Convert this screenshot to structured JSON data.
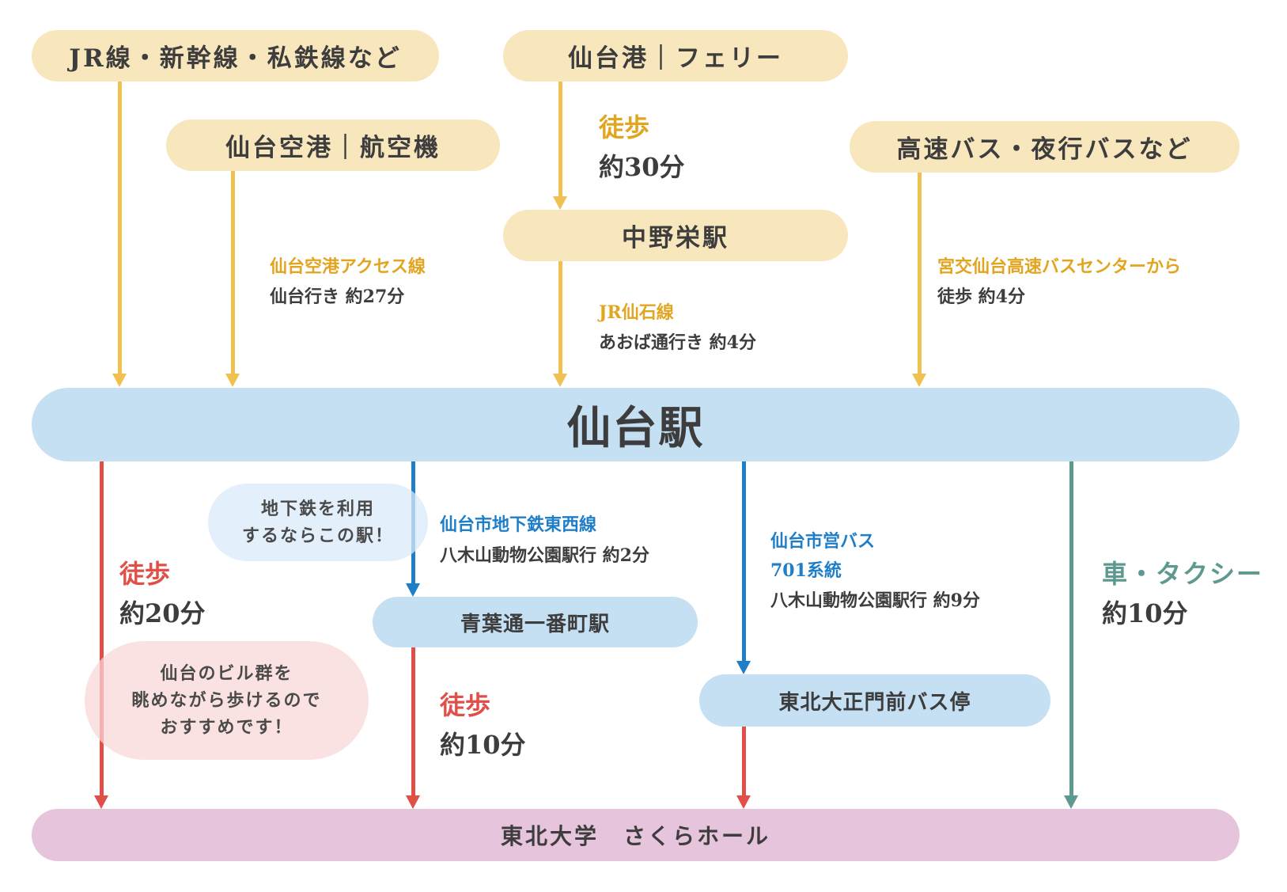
{
  "origins": {
    "jr": "JR線・新幹線・私鉄線など",
    "airport": "仙台空港｜航空機",
    "port": "仙台港｜フェリー",
    "highway_bus": "高速バス・夜行バスなど"
  },
  "intermediate_stations": {
    "nakanosakae": "中野栄駅",
    "aobadori": "青葉通一番町駅",
    "tohoku_gate_bus_stop": "東北大正門前バス停"
  },
  "hub": {
    "sendai_station": "仙台駅"
  },
  "destination": {
    "name": "東北大学　さくらホール"
  },
  "routes": {
    "port_to_nakanosakae": {
      "mode": "徒歩",
      "time": "約30分"
    },
    "airport_to_sendai": {
      "line": "仙台空港アクセス線",
      "detail": "仙台行き 約27分"
    },
    "nakanosakae_to_sendai": {
      "line": "JR仙石線",
      "detail": "あおば通行き 約4分"
    },
    "bus_to_sendai": {
      "line": "宮交仙台高速バスセンターから",
      "detail": "徒歩 約4分"
    },
    "sendai_walk": {
      "mode": "徒歩",
      "time": "約20分"
    },
    "subway": {
      "line": "仙台市地下鉄東西線",
      "detail": "八木山動物公園駅行 約2分"
    },
    "aobadori_walk": {
      "mode": "徒歩",
      "time": "約10分"
    },
    "city_bus": {
      "line1": "仙台市営バス",
      "line2": "701系統",
      "detail": "八木山動物公園駅行 約9分"
    },
    "taxi": {
      "mode": "車・タクシー",
      "time": "約10分"
    }
  },
  "notes": {
    "subway_tip": [
      "地下鉄を利用",
      "するならこの駅！"
    ],
    "walk_tip": [
      "仙台のビル群を",
      "眺めながら歩けるので",
      "おすすめです！"
    ]
  },
  "colors": {
    "origin_fill": "#f8e6bd",
    "station_fill": "#c5dff3",
    "destination_fill": "#e6c5dc",
    "yellow_route": "#f0c050",
    "red_walk": "#e05048",
    "blue_transit": "#1f7ec8",
    "teal_taxi": "#5e9990"
  }
}
